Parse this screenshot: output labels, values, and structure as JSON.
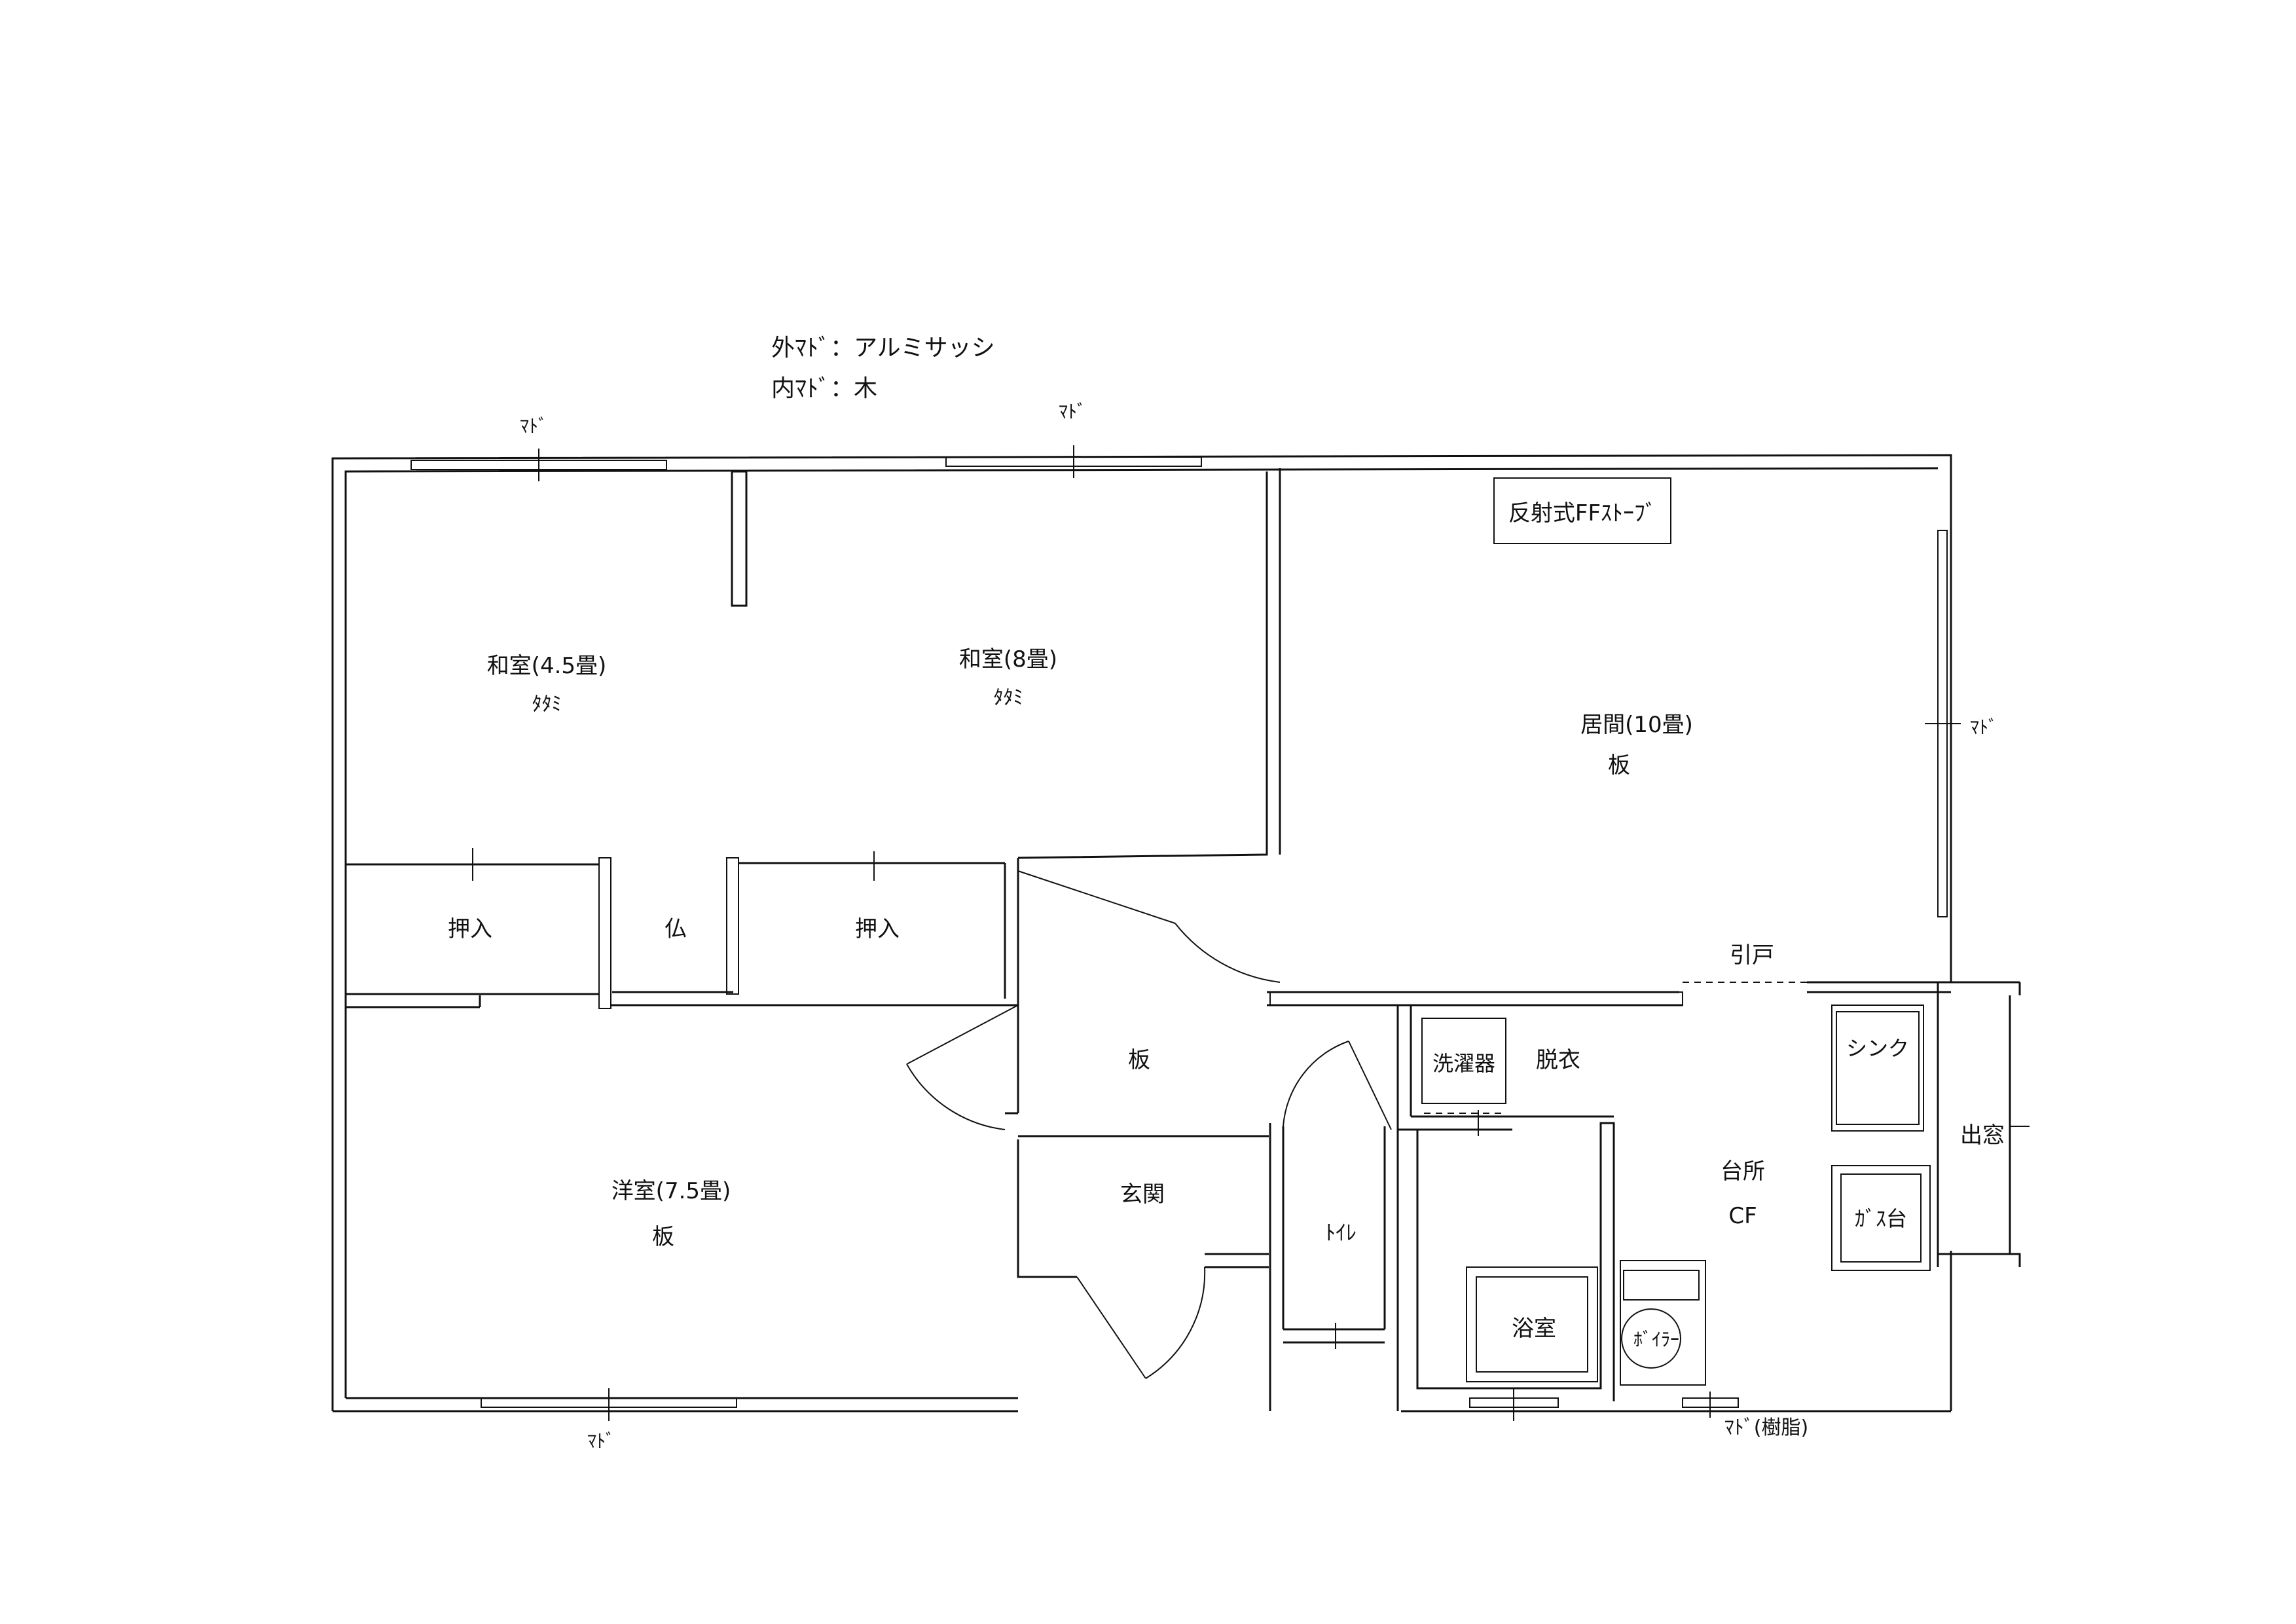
{
  "legend": {
    "outer_window": "外ﾏﾄﾞ：アルミサッシ",
    "inner_window": "内ﾏﾄﾞ：木"
  },
  "rooms": {
    "washitsu_45": {
      "name": "和室(4.5畳)",
      "floor": "ﾀﾀﾐ"
    },
    "washitsu_8": {
      "name": "和室(8畳)",
      "floor": "ﾀﾀﾐ"
    },
    "living": {
      "name": "居間(10畳)",
      "floor": "板"
    },
    "oshiire_left": "押入",
    "butsudan": "仏",
    "oshiire_right": "押入",
    "hall_floor": "板",
    "yoshitsu": {
      "name": "洋室(7.5畳)",
      "floor": "板"
    },
    "genkan": "玄関",
    "toilet": "ﾄｲﾚ",
    "datsui": "脱衣",
    "yokushitsu": "浴室",
    "kitchen": {
      "name": "台所",
      "floor": "CF"
    }
  },
  "fixtures": {
    "stove": "反射式FFｽﾄｰﾌﾞ",
    "washer": "洗濯器",
    "sink": "シンク",
    "gas": "ｶﾞｽ台",
    "boiler": "ﾎﾞｲﾗｰ",
    "bay_window": "出窓"
  },
  "labels": {
    "hikido": "引戸",
    "window": "ﾏﾄﾞ",
    "window_resin": "ﾏﾄﾞ(樹脂)"
  }
}
